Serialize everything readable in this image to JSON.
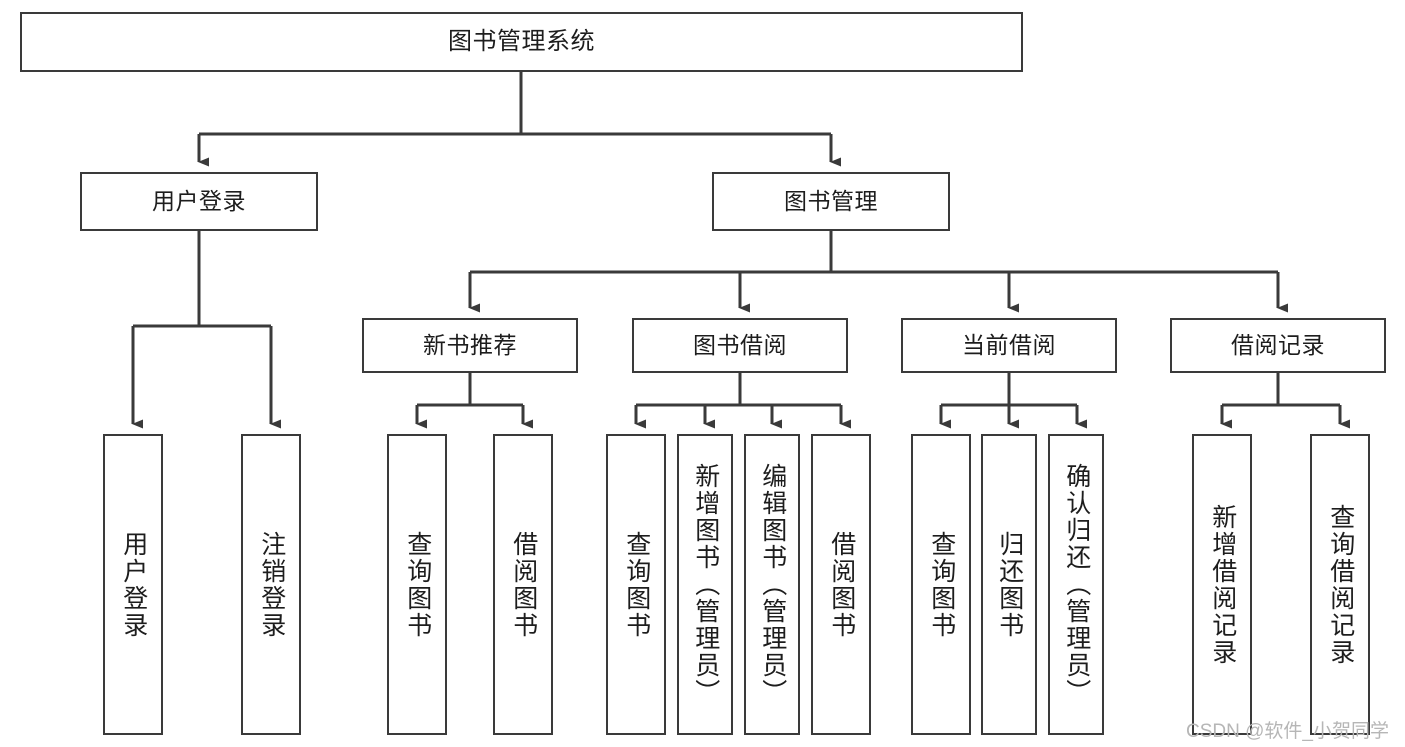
{
  "diagram": {
    "type": "tree-hierarchy-chart",
    "title_node": {
      "label": "图书管理系统"
    },
    "colors": {
      "box_border": "#3a3a3a",
      "connector": "#3a3a3a",
      "background": "#ffffff",
      "text": "#1d1d1d",
      "watermark": "#b6b6b6"
    },
    "level2": [
      {
        "label": "用户登录"
      },
      {
        "label": "图书管理"
      }
    ],
    "level3": [
      {
        "label": "新书推荐"
      },
      {
        "label": "图书借阅"
      },
      {
        "label": "当前借阅"
      },
      {
        "label": "借阅记录"
      }
    ],
    "leaves": {
      "user_login": [
        {
          "label": "用户登录"
        },
        {
          "label": "注销登录"
        }
      ],
      "new_book_recommend": [
        {
          "label": "查询图书"
        },
        {
          "label": "借阅图书"
        }
      ],
      "book_borrow": [
        {
          "label": "查询图书"
        },
        {
          "label": "新增图书（管理员）"
        },
        {
          "label": "编辑图书（管理员）"
        },
        {
          "label": "借阅图书"
        }
      ],
      "current_borrow": [
        {
          "label": "查询图书"
        },
        {
          "label": "归还图书"
        },
        {
          "label": "确认归还（管理员）"
        }
      ],
      "borrow_record": [
        {
          "label": "新增借阅记录"
        },
        {
          "label": "查询借阅记录"
        }
      ]
    }
  },
  "watermark": {
    "text": "CSDN @软件_小贺同学"
  }
}
